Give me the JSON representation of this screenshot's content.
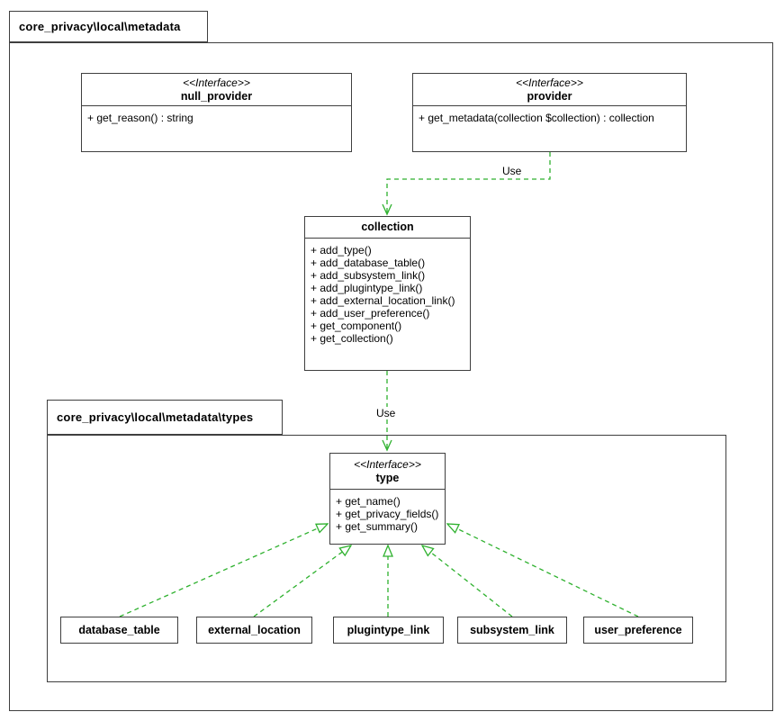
{
  "colors": {
    "arrow_green": "#2eb12e",
    "border": "#3f3f3f",
    "background": "#ffffff",
    "text": "#000000"
  },
  "outer_package": {
    "label": "core_privacy\\local\\metadata"
  },
  "interfaces": {
    "null_provider": {
      "stereotype": "<<Interface>>",
      "name": "null_provider",
      "methods": [
        "+ get_reason() : string"
      ]
    },
    "provider": {
      "stereotype": "<<Interface>>",
      "name": "provider",
      "methods": [
        "+ get_metadata(collection $collection) : collection"
      ]
    }
  },
  "collection_class": {
    "name": "collection",
    "methods": [
      "+ add_type()",
      "+ add_database_table()",
      "+ add_subsystem_link()",
      "+ add_plugintype_link()",
      "+ add_external_location_link()",
      "+ add_user_preference()",
      "+ get_component()",
      "+ get_collection()"
    ]
  },
  "types_package": {
    "label": "core_privacy\\local\\metadata\\types",
    "type_interface": {
      "stereotype": "<<Interface>>",
      "name": "type",
      "methods": [
        "+ get_name()",
        "+ get_privacy_fields()",
        "+ get_summary()"
      ]
    },
    "classes": [
      {
        "name": "database_table"
      },
      {
        "name": "external_location"
      },
      {
        "name": "plugintype_link"
      },
      {
        "name": "subsystem_link"
      },
      {
        "name": "user_preference"
      }
    ]
  },
  "edges": {
    "provider_to_collection_label": "Use",
    "collection_to_type_label": "Use"
  }
}
